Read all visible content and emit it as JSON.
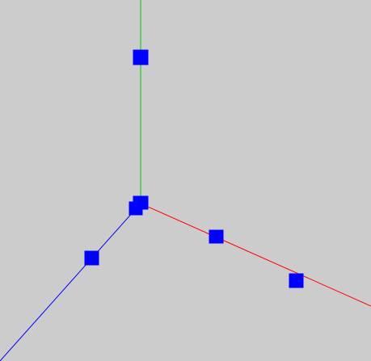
{
  "viewport": {
    "background": "#cccccc"
  },
  "axes": [
    {
      "id": "x",
      "color": "#ff0000"
    },
    {
      "id": "y",
      "color": "#00cc00"
    },
    {
      "id": "z",
      "color": "#0000ff"
    }
  ],
  "control_points": {
    "color": "#0000ff",
    "count": 6
  }
}
